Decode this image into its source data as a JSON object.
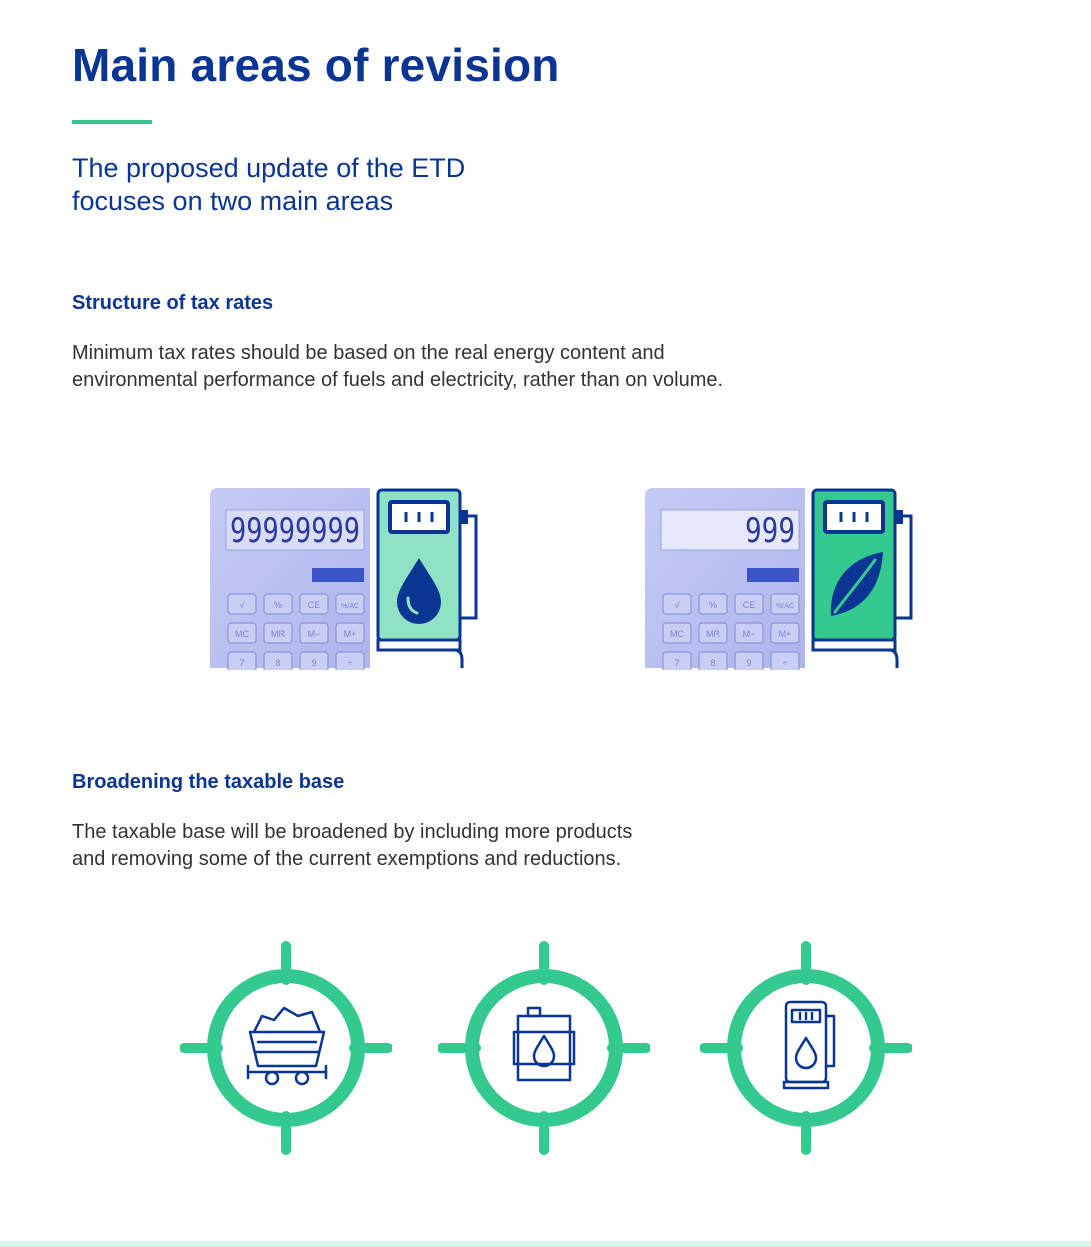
{
  "header": {
    "title": "Main areas of revision",
    "subtitle_lines": [
      "The proposed update of the ETD",
      "focuses on two main areas"
    ]
  },
  "section1": {
    "heading": "Structure of tax rates",
    "body_lines": [
      "Minimum tax rates should be based on the real energy content and",
      "environmental performance of fuels and electricity, rather than on volume."
    ],
    "illustrations": [
      {
        "display": "99999999",
        "keys_row1": [
          "√",
          "%",
          "CE",
          "%/AC"
        ],
        "keys_row2": [
          "MC",
          "MR",
          "M−",
          "M+"
        ],
        "keys_row3": [
          "7",
          "8",
          "9",
          "÷"
        ],
        "pump_icon": "drop-icon",
        "pump_color": "#8fe3c4"
      },
      {
        "display": "999",
        "keys_row1": [
          "√",
          "%",
          "CE",
          "%/AC"
        ],
        "keys_row2": [
          "MC",
          "MR",
          "M−",
          "M+"
        ],
        "keys_row3": [
          "7",
          "8",
          "9",
          "÷"
        ],
        "pump_icon": "leaf-icon",
        "pump_color": "#34c98e"
      }
    ]
  },
  "section2": {
    "heading": "Broadening the taxable base",
    "body_lines": [
      "The taxable base will be broadened by including more products",
      "and removing some of the current exemptions and reductions."
    ],
    "targets": [
      {
        "icon": "coal-cart-icon"
      },
      {
        "icon": "oil-barrel-icon"
      },
      {
        "icon": "fuel-pump-icon"
      }
    ]
  },
  "colors": {
    "brand_blue": "#0a3593",
    "accent_green": "#34c98e",
    "light_green": "#8fe3c4",
    "calculator": "#c9cdf2",
    "body_text": "#333333"
  }
}
